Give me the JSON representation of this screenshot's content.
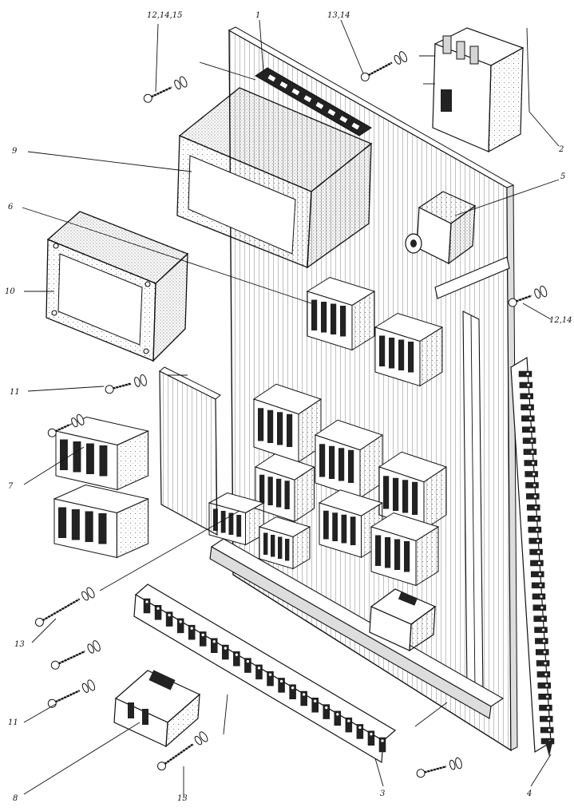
{
  "callouts": [
    {
      "id": "c1",
      "text": "1"
    },
    {
      "id": "c2",
      "text": "2"
    },
    {
      "id": "c3",
      "text": "3"
    },
    {
      "id": "c4",
      "text": "4"
    },
    {
      "id": "c5",
      "text": "5"
    },
    {
      "id": "c6",
      "text": "6"
    },
    {
      "id": "c7",
      "text": "7"
    },
    {
      "id": "c8",
      "text": "8"
    },
    {
      "id": "c9",
      "text": "9"
    },
    {
      "id": "c10",
      "text": "10"
    },
    {
      "id": "c11a",
      "text": "11"
    },
    {
      "id": "c11b",
      "text": "11"
    },
    {
      "id": "c121415",
      "text": "12,14,15"
    },
    {
      "id": "c1214",
      "text": "12,14"
    },
    {
      "id": "c1314",
      "text": "13,14"
    },
    {
      "id": "c13a",
      "text": "13"
    },
    {
      "id": "c13b",
      "text": "13"
    }
  ]
}
